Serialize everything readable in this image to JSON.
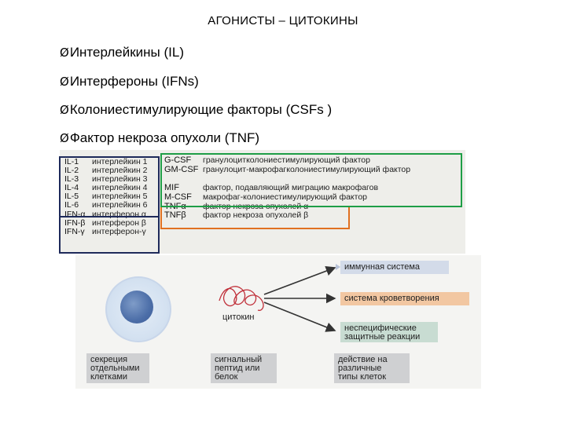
{
  "title": "АГОНИСТЫ – ЦИТОКИНЫ",
  "bullets": [
    "Интерлейкины (IL)",
    "Интерфероны (IFNs)",
    "Колониестимулирующие факторы (CSFs )",
    "Фактор некроза опухоли  (TNF)"
  ],
  "bullet_icon": "arrow-right-icon",
  "table": {
    "left_abbr": [
      "IL-1",
      "IL-2",
      "IL-3",
      "IL-4",
      "IL-5",
      "IL-6",
      "IFN-α",
      "IFN-β",
      "IFN-γ"
    ],
    "left_desc": [
      "интерлейкин 1",
      "интерлейкин 2",
      "интерлейкин 3",
      "интерлейкин 4",
      "интерлейкин 5",
      "интерлейкин 6",
      "интерферон α",
      "интерферон β",
      "интерферон-γ"
    ],
    "right_abbr": [
      "G-CSF",
      "GM-CSF",
      "",
      "MIF",
      "M-CSF",
      "TNFα",
      "TNFβ"
    ],
    "right_desc": [
      "гранулоцитколониестимулирующий фактор",
      "гранулоцит-макрофагколониестимулирующий фактор",
      "",
      "фактор, подавляющий миграцию макрофагов",
      "макрофаг-колониестимулирующий фактор",
      "фактор некроза опухолей α",
      "фактор некроза опухолей β"
    ]
  },
  "diagram": {
    "cytokine_label": "цитокин",
    "targets": [
      "иммунная система",
      "система кроветворения",
      "неспецифические\nзащитные реакции"
    ],
    "bottom": [
      "секреция\nотдельными\nклетками",
      "сигнальный\nпептид или\nбелок",
      "действие на\nразличные\nтипы клеток"
    ]
  },
  "colors": {
    "frame_navy": "#1e2a5a",
    "frame_orange": "#e07020",
    "frame_green": "#1e9e46",
    "box_grey": "#cfd0d2",
    "box_blue": "#d3dbe9",
    "box_orange": "#f2c7a2",
    "box_green": "#c8dcd2"
  }
}
